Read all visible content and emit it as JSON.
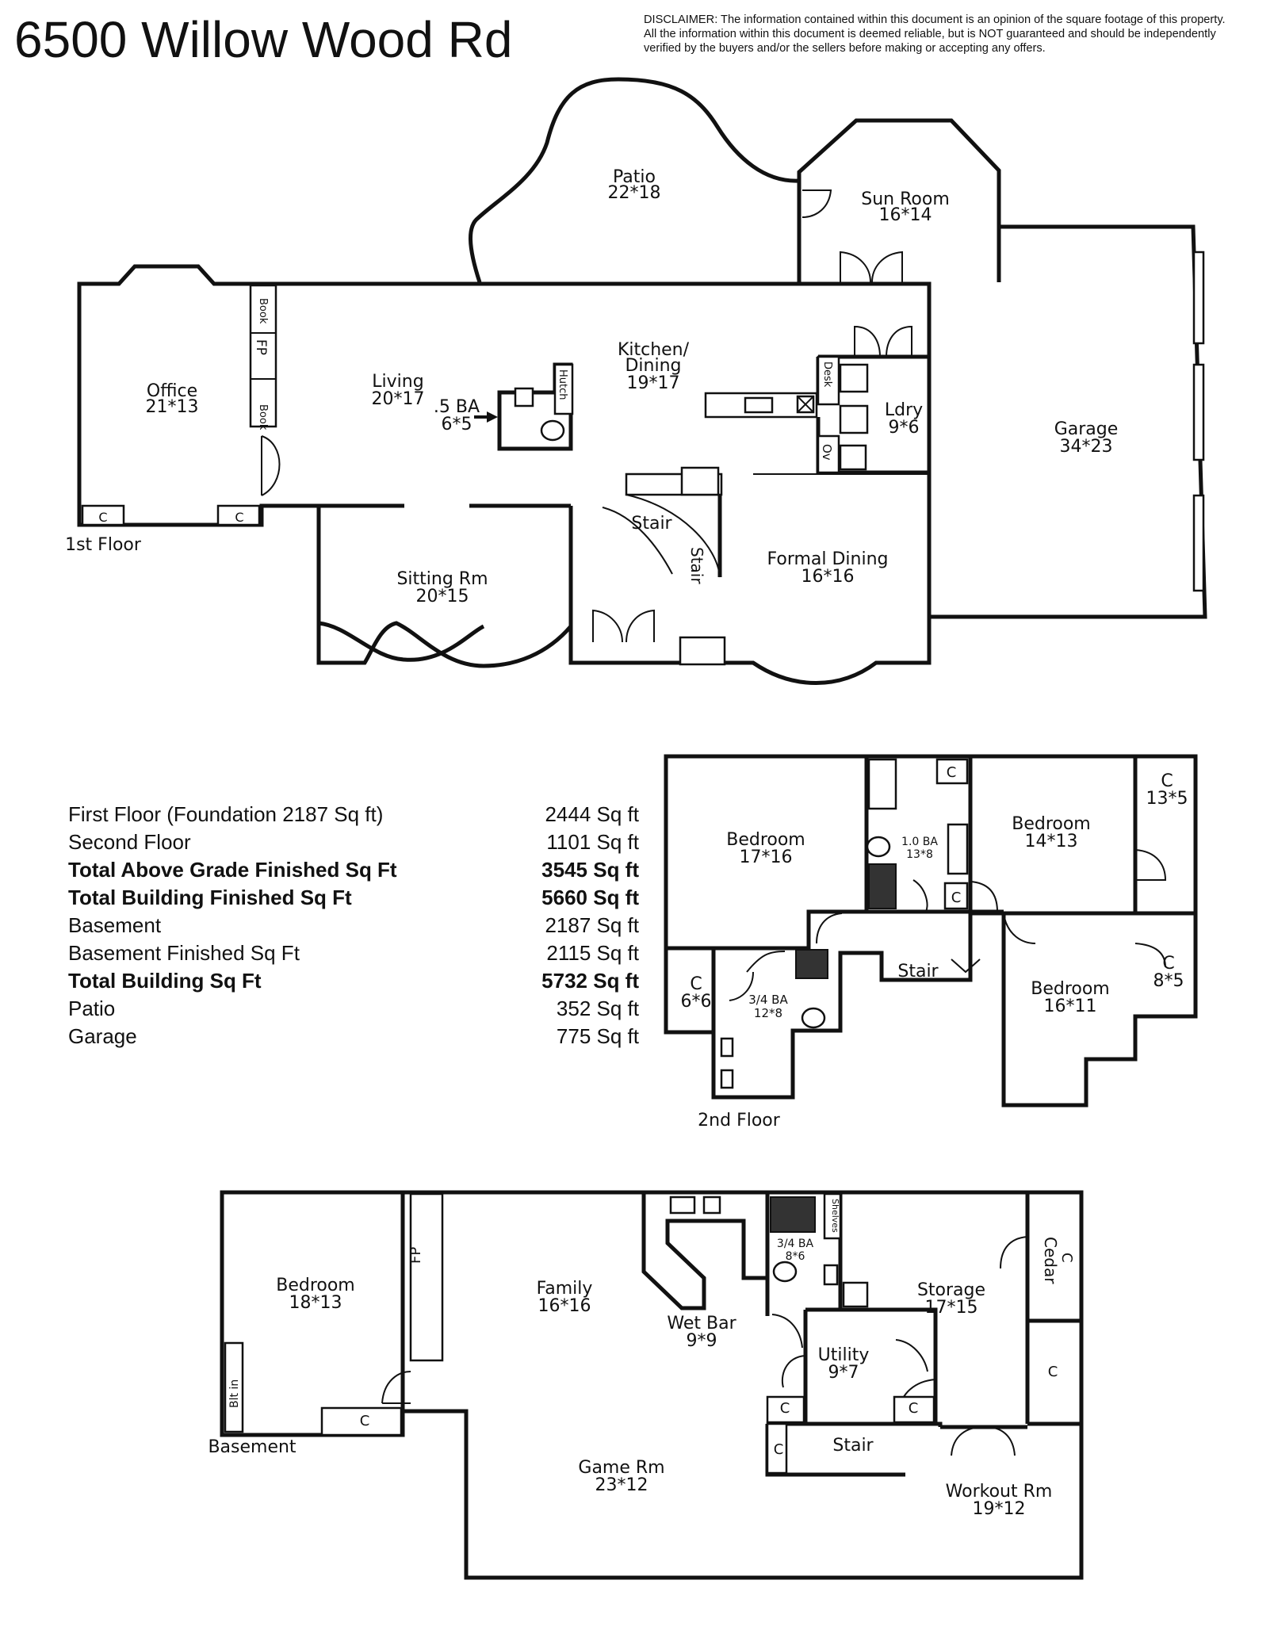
{
  "title": "6500 Willow Wood Rd",
  "disclaimer": [
    "DISCLAIMER: The information contained within this document is an opinion of the square footage of this property.",
    "All the information within this document is deemed reliable, but is NOT guaranteed and should be independently",
    "verified by the buyers and/or the sellers before making or accepting any offers."
  ],
  "floors": {
    "first": {
      "label": "1st Floor",
      "rooms": {
        "patio": [
          "Patio",
          "22*18"
        ],
        "sun_room": [
          "Sun Room",
          "16*14"
        ],
        "office": [
          "Office",
          "21*13"
        ],
        "living": [
          "Living",
          "20*17"
        ],
        "half_bath": [
          ".5 BA",
          "6*5"
        ],
        "kitchen": [
          "Kitchen/",
          "Dining",
          "19*17"
        ],
        "laundry": [
          "Ldry",
          "9*6"
        ],
        "garage": [
          "Garage",
          "34*23"
        ],
        "sitting": [
          "Sitting Rm",
          "20*15"
        ],
        "formal_dining": [
          "Formal Dining",
          "16*16"
        ]
      },
      "tags": {
        "book": "Book",
        "fp": "FP",
        "hutch": "Hutch",
        "desk": "Desk",
        "oven": "Ov",
        "stair": "Stair",
        "closet": "C"
      }
    },
    "second": {
      "label": "2nd Floor",
      "rooms": {
        "bed1": [
          "Bedroom",
          "17*16"
        ],
        "bath1": [
          "1.0 BA",
          "13*8"
        ],
        "bed2": [
          "Bedroom",
          "14*13"
        ],
        "closet1": [
          "C",
          "13*5"
        ],
        "closet2": [
          "C",
          "6*6"
        ],
        "bath2": [
          "3/4 BA",
          "12*8"
        ],
        "bed3": [
          "Bedroom",
          "16*11"
        ],
        "closet3": [
          "C",
          "8*5"
        ]
      },
      "tags": {
        "stair": "Stair",
        "closet": "C"
      }
    },
    "basement": {
      "label": "Basement",
      "rooms": {
        "bedroom": [
          "Bedroom",
          "18*13"
        ],
        "family": [
          "Family",
          "16*16"
        ],
        "wet_bar": [
          "Wet Bar",
          "9*9"
        ],
        "bath": [
          "3/4 BA",
          "8*6"
        ],
        "storage": [
          "Storage",
          "17*15"
        ],
        "utility": [
          "Utility",
          "9*7"
        ],
        "game": [
          "Game Rm",
          "23*12"
        ],
        "workout": [
          "Workout Rm",
          "19*12"
        ]
      },
      "tags": {
        "fp": "FP",
        "built_in": "Blt in",
        "shelves": "Shelves",
        "cedar": "Cedar",
        "stair": "Stair",
        "closet": "C"
      }
    }
  },
  "summary": [
    {
      "label": "First Floor (Foundation 2187 Sq ft)",
      "value": "2444 Sq ft",
      "bold": false
    },
    {
      "label": "Second Floor",
      "value": "1101 Sq ft",
      "bold": false
    },
    {
      "label": "Total Above Grade Finished Sq Ft",
      "value": "3545 Sq ft",
      "bold": true
    },
    {
      "label": "Total Building Finished Sq Ft",
      "value": "5660 Sq ft",
      "bold": true
    },
    {
      "label": "Basement",
      "value": "2187 Sq ft",
      "bold": false
    },
    {
      "label": "Basement Finished Sq Ft",
      "value": "2115 Sq ft",
      "bold": false
    },
    {
      "label": "Total Building Sq Ft",
      "value": "5732 Sq ft",
      "bold": true
    },
    {
      "label": "Patio",
      "value": "352 Sq ft",
      "bold": false
    },
    {
      "label": "Garage",
      "value": "775 Sq ft",
      "bold": false
    }
  ]
}
